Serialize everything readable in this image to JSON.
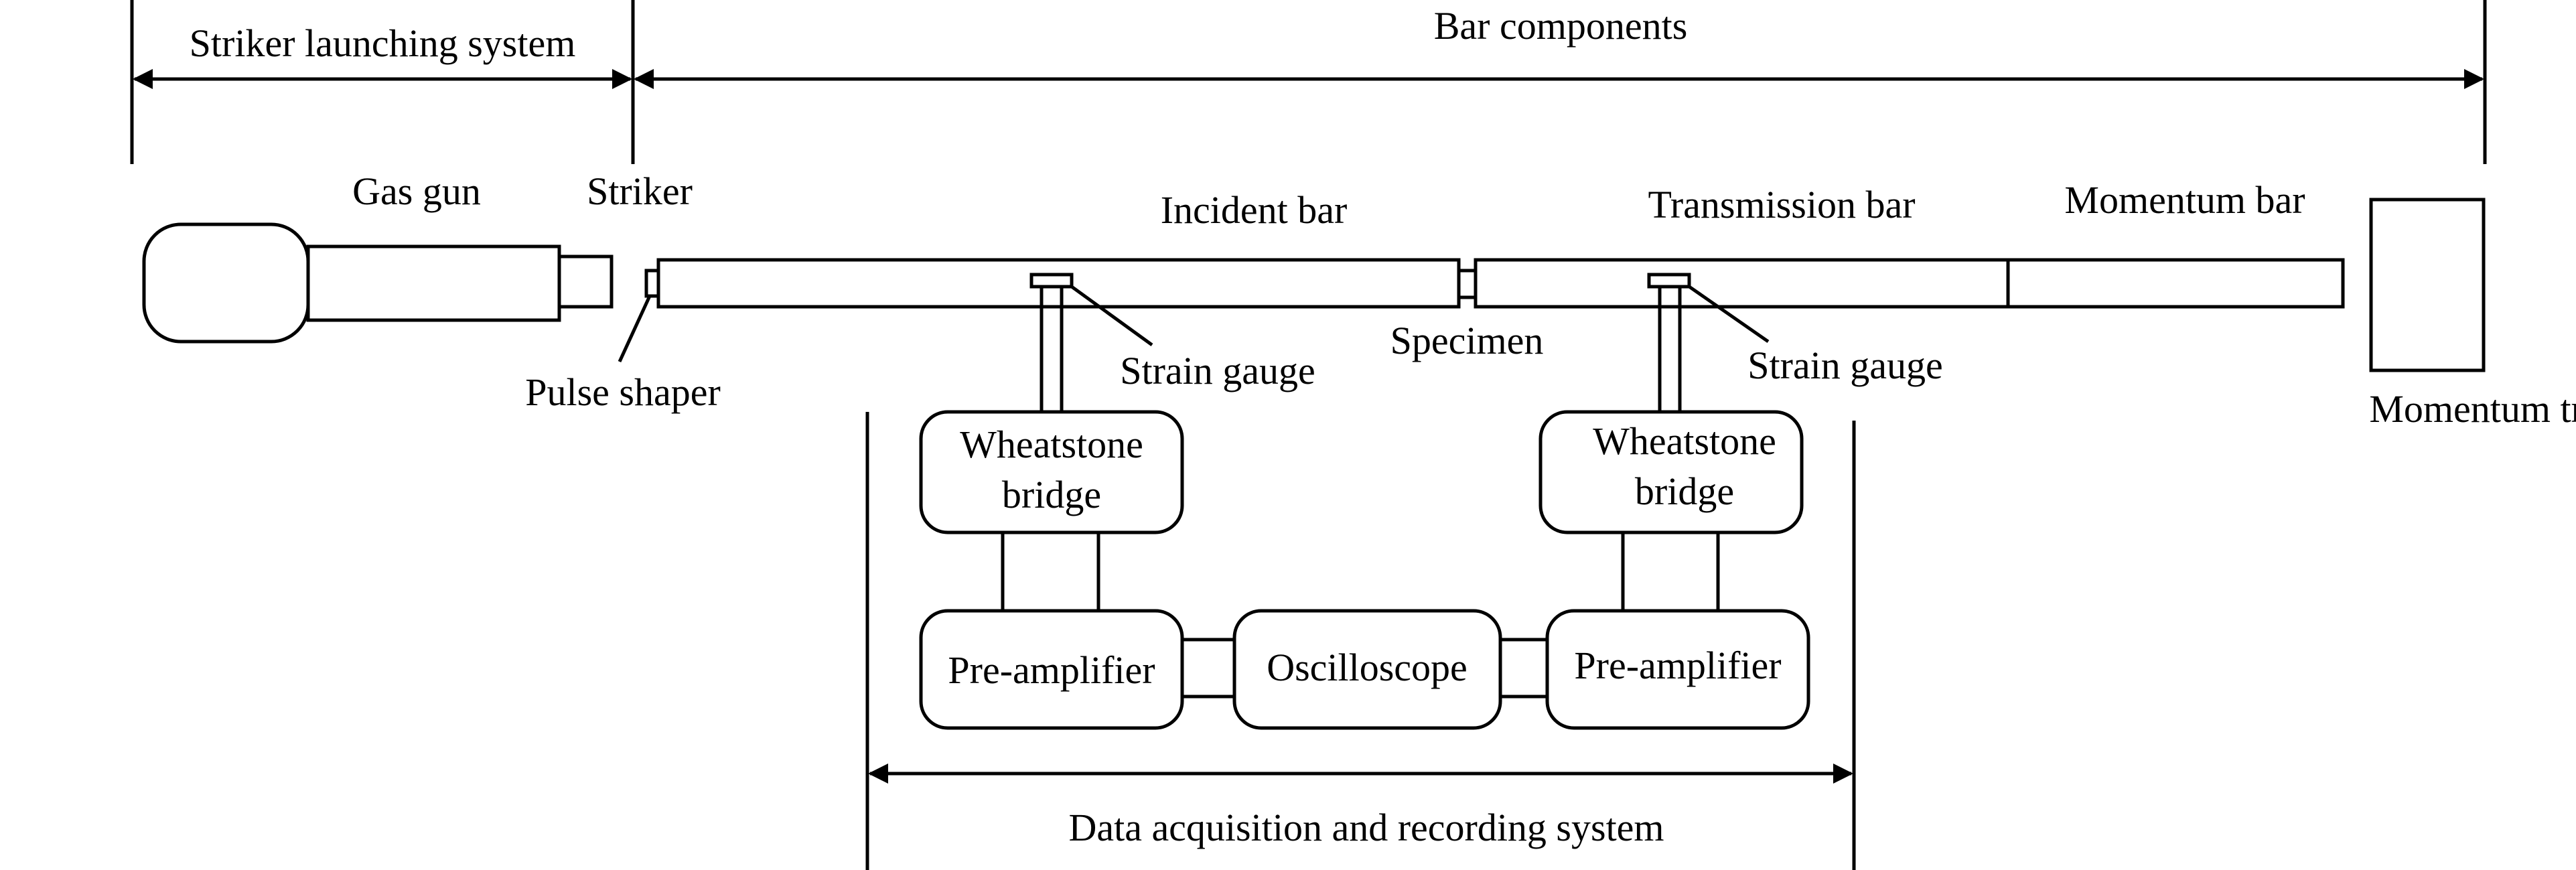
{
  "labels": {
    "striker_launching_system": "Striker launching system",
    "bar_components": "Bar components",
    "gas_gun": "Gas gun",
    "striker": "Striker",
    "incident_bar": "Incident bar",
    "transmission_bar": "Transmission bar",
    "momentum_bar": "Momentum bar",
    "momentum_trap": "Momentum trap",
    "pulse_shaper": "Pulse shaper",
    "strain_gauge_incident": "Strain gauge",
    "specimen": "Specimen",
    "strain_gauge_transmission": "Strain gauge",
    "wheatstone_left_line1": "Wheatstone",
    "wheatstone_left_line2": "bridge",
    "wheatstone_right_line1": "Wheatstone",
    "wheatstone_right_line2": "bridge",
    "preamp_left": "Pre-amplifier",
    "oscilloscope": "Oscilloscope",
    "preamp_right": "Pre-amplifier",
    "data_acquisition": "Data acquisition and recording system"
  }
}
